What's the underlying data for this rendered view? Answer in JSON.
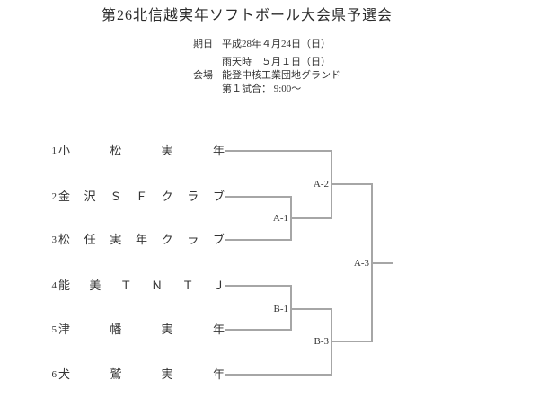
{
  "title": "第26北信越実年ソフトボール大会県予選会",
  "info": {
    "date_label": "期日",
    "date_value": "平成28年４月24日（日）",
    "rain_value": "雨天時　５月１日（日）",
    "venue_label": "会場",
    "venue_value": "能登中核工業団地グランド",
    "first_game_value": "第１試合： 9:00～"
  },
  "bracket": {
    "teams": [
      {
        "seed": "1",
        "name": "小松実年"
      },
      {
        "seed": "2",
        "name": "金沢ＳＦクラブ"
      },
      {
        "seed": "3",
        "name": "松任実年クラブ"
      },
      {
        "seed": "4",
        "name": "能美ＴＮＴＪ"
      },
      {
        "seed": "5",
        "name": "津幡実年"
      },
      {
        "seed": "6",
        "name": "犬鷲実年"
      }
    ],
    "matches": [
      {
        "id": "A-1"
      },
      {
        "id": "A-2"
      },
      {
        "id": "A-3"
      },
      {
        "id": "B-1"
      },
      {
        "id": "B-3"
      }
    ]
  },
  "colors": {
    "line": "#a6a6a6",
    "text": "#333333",
    "background": "#ffffff"
  }
}
